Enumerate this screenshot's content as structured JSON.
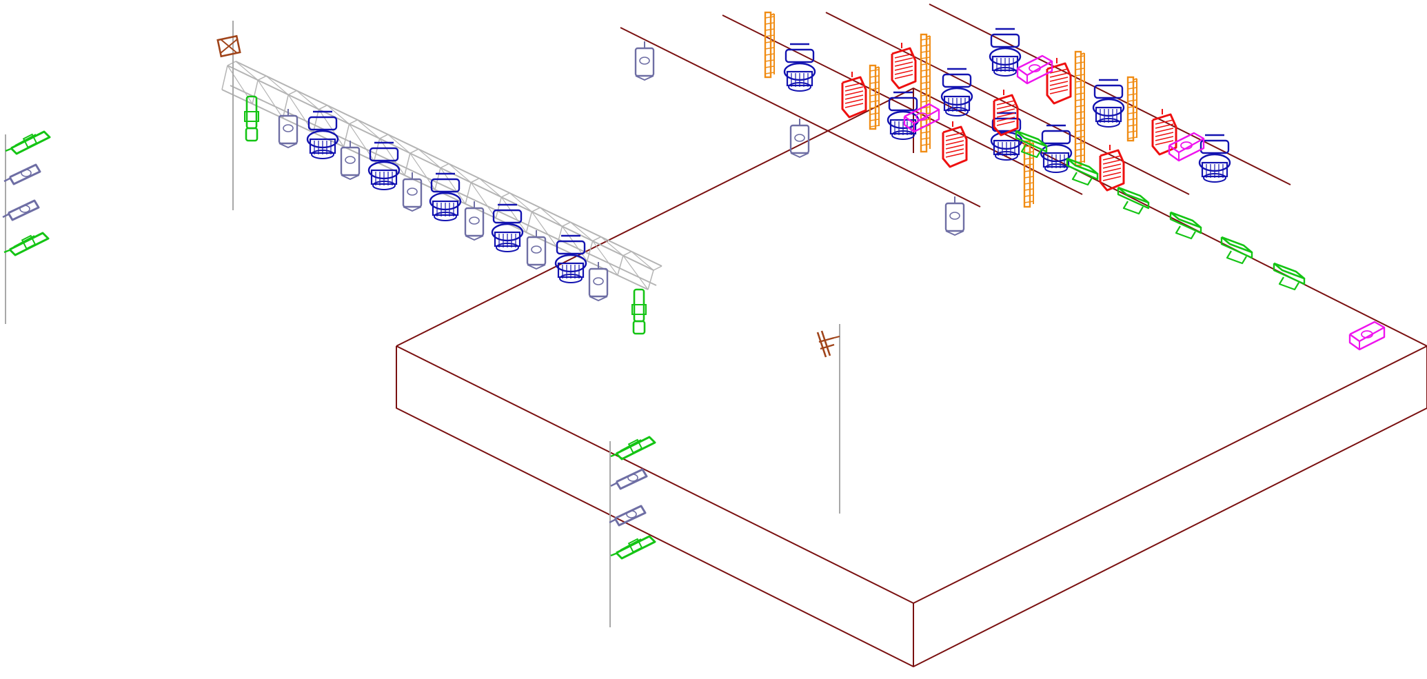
{
  "title": "",
  "colors": {
    "background": "#ffffff",
    "stage": "#7a1010",
    "pipe": "#7a1010",
    "truss": "#b4b4b4",
    "boom": "#a8a8a8",
    "moving_head": "#1212b0",
    "par_can": "#6e6ea4",
    "profile": "#14c414",
    "wash": "#ee1010",
    "strip": "#f08c14",
    "scroller": "#ee14ee",
    "accessory": "#a0441a"
  },
  "fixture_types": [
    {
      "key": "moving_head",
      "icon": "moving-head-fixture-icon"
    },
    {
      "key": "par_can",
      "icon": "par-can-fixture-icon"
    },
    {
      "key": "profile",
      "icon": "profile-spot-fixture-icon"
    },
    {
      "key": "wash",
      "icon": "wash-fixture-icon"
    },
    {
      "key": "strip",
      "icon": "led-strip-fixture-icon"
    },
    {
      "key": "scroller",
      "icon": "color-scroller-fixture-icon"
    },
    {
      "key": "accessory",
      "icon": "rigging-accessory-icon"
    }
  ],
  "structures": [
    {
      "name": "stage-deck",
      "icon": "stage-deck-outline"
    },
    {
      "name": "front-truss",
      "icon": "truss-icon"
    },
    {
      "name": "upstage-pipes",
      "icon": "pipe-batten-icon"
    },
    {
      "name": "side-booms",
      "icon": "boom-pole-icon"
    }
  ]
}
